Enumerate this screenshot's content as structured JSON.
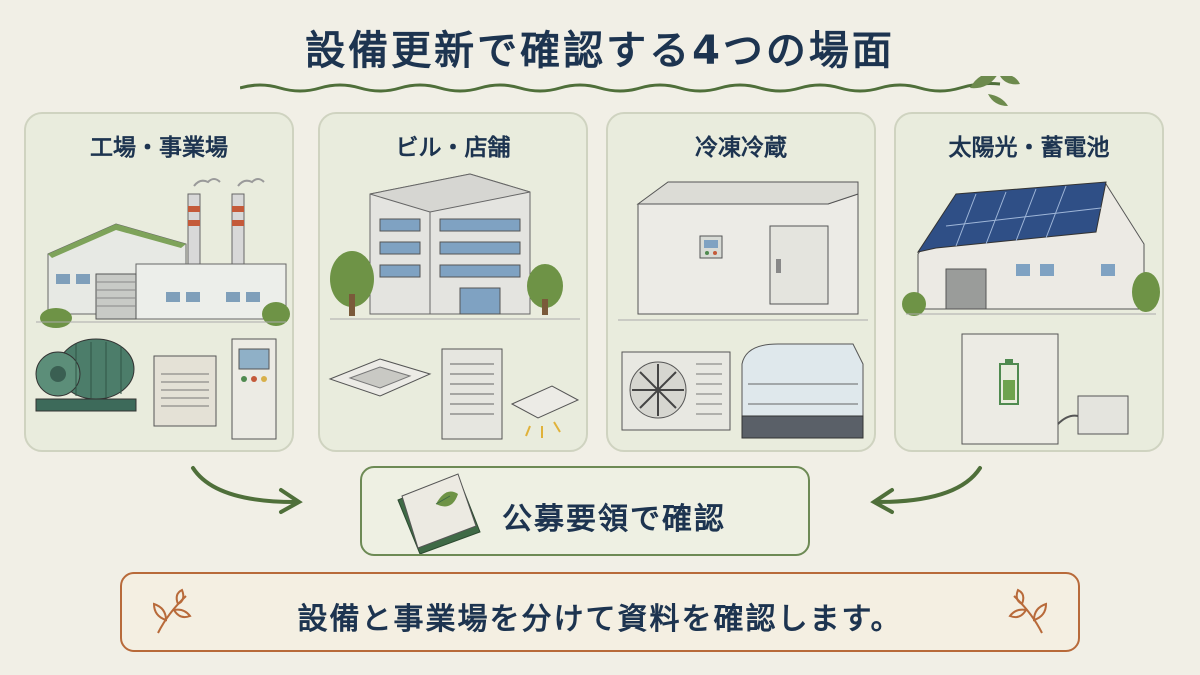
{
  "title": "設備更新で確認する4つの場面",
  "cards": [
    {
      "label": "工場・事業場"
    },
    {
      "label": "ビル・店舗"
    },
    {
      "label": "冷凍冷蔵"
    },
    {
      "label": "太陽光・蓄電池"
    }
  ],
  "center": {
    "label": "公募要領で確認"
  },
  "bottom": {
    "label": "設備と事業場を分けて資料を確認します。"
  },
  "colors": {
    "title": "#1d3450",
    "card_bg": "#e9ecdd",
    "accent_green": "#5f7f45",
    "accent_orange": "#b86a3a"
  }
}
